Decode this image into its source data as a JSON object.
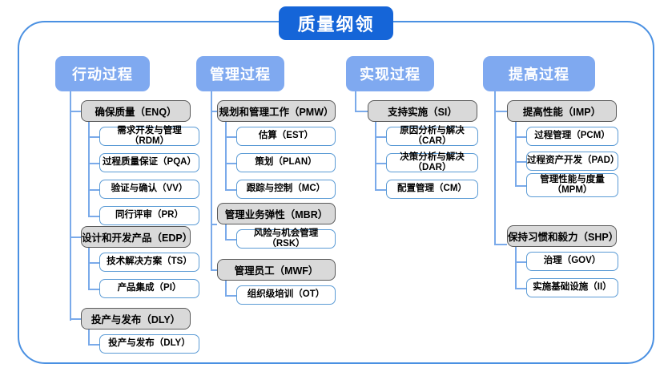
{
  "diagram": {
    "title": "质量纲领",
    "frame_color": "#4a90e2",
    "title_color": "#1565d8",
    "header_color": "#7fa9f0",
    "group_color": "#d9d9d9",
    "leaf_border_color": "#5b9bd5",
    "connector_color": "#7aaaea"
  },
  "columns": [
    {
      "header": "行动过程",
      "groups": [
        {
          "label": "确保质量（ENQ）",
          "items": [
            "需求开发与管理（RDM）",
            "过程质量保证（PQA）",
            "验证与确认（VV）",
            "同行评审（PR）"
          ]
        },
        {
          "label": "设计和开发产品（EDP）",
          "items": [
            "技术解决方案（TS）",
            "产品集成（PI）"
          ]
        },
        {
          "label": "投产与发布（DLY）",
          "items": [
            "投产与发布（DLY）"
          ]
        }
      ]
    },
    {
      "header": "管理过程",
      "groups": [
        {
          "label": "规划和管理工作（PMW）",
          "items": [
            "估算（EST）",
            "策划（PLAN）",
            "跟踪与控制（MC）"
          ]
        },
        {
          "label": "管理业务弹性（MBR）",
          "items": [
            "风险与机会管理（RSK）"
          ]
        },
        {
          "label": "管理员工（MWF）",
          "items": [
            "组织级培训（OT）"
          ]
        }
      ]
    },
    {
      "header": "实现过程",
      "groups": [
        {
          "label": "支持实施（SI）",
          "items": [
            "原因分析与解决（CAR）",
            "决策分析与解决（DAR）",
            "配置管理（CM）"
          ]
        }
      ]
    },
    {
      "header": "提高过程",
      "groups": [
        {
          "label": "提高性能（IMP）",
          "items": [
            "过程管理（PCM）",
            "过程资产开发（PAD）",
            "管理性能与度量\n（MPM）"
          ]
        },
        {
          "label": "保持习惯和毅力（SHP）",
          "items": [
            "治理（GOV）",
            "实施基础设施（II）"
          ]
        }
      ]
    }
  ]
}
